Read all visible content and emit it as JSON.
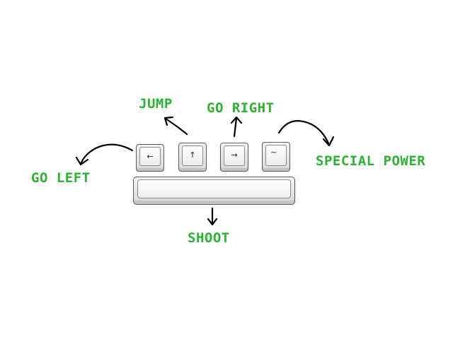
{
  "labels": {
    "jump": "JUMP",
    "go_right": "GO RIGHT",
    "go_left": "GO LEFT",
    "special_power": "SPECIAL POWER",
    "shoot": "SHOOT"
  },
  "keys": {
    "left": "←",
    "up": "↑",
    "right": "→",
    "tilde": "~"
  },
  "colors": {
    "label": "#2eb135",
    "arrow": "#000000"
  }
}
